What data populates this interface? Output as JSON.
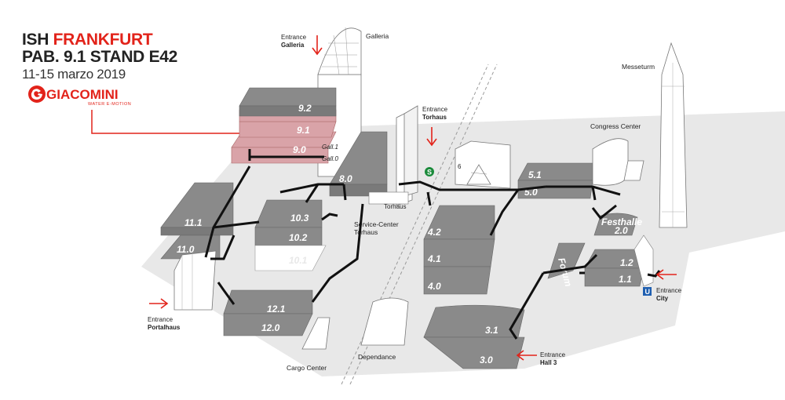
{
  "header": {
    "line1_a": "ISH ",
    "line1_b": "FRANKFURT",
    "line2": "PAB. 9.1 STAND E42",
    "line3": "11-15 marzo 2019"
  },
  "logo": {
    "brand": "GIACOMINI",
    "tagline": "WATER E-MOTION",
    "color": "#e2231a"
  },
  "colors": {
    "hall": "#8a8a8a",
    "hall_highlight": "#d9a3a8",
    "ground": "#e6e6e6",
    "path": "#111111",
    "arrow": "#e2231a"
  },
  "halls": [
    {
      "id": "9.2",
      "label": "9.2",
      "highlight": false
    },
    {
      "id": "9.1",
      "label": "9.1",
      "highlight": true
    },
    {
      "id": "9.0",
      "label": "9.0",
      "highlight": true
    },
    {
      "id": "8.0",
      "label": "8.0",
      "highlight": false
    },
    {
      "id": "11.1",
      "label": "11.1",
      "highlight": false
    },
    {
      "id": "11.0",
      "label": "11.0",
      "highlight": false
    },
    {
      "id": "10.3",
      "label": "10.3",
      "highlight": false
    },
    {
      "id": "10.2",
      "label": "10.2",
      "highlight": false
    },
    {
      "id": "10.1",
      "label": "10.1",
      "highlight": false
    },
    {
      "id": "12.1",
      "label": "12.1",
      "highlight": false
    },
    {
      "id": "12.0",
      "label": "12.0",
      "highlight": false
    },
    {
      "id": "4.2",
      "label": "4.2",
      "highlight": false
    },
    {
      "id": "4.1",
      "label": "4.1",
      "highlight": false
    },
    {
      "id": "4.0",
      "label": "4.0",
      "highlight": false
    },
    {
      "id": "3.1",
      "label": "3.1",
      "highlight": false
    },
    {
      "id": "3.0",
      "label": "3.0",
      "highlight": false
    },
    {
      "id": "5.1",
      "label": "5.1",
      "highlight": false
    },
    {
      "id": "5.0",
      "label": "5.0",
      "highlight": false
    },
    {
      "id": "1.2",
      "label": "1.2",
      "highlight": false
    },
    {
      "id": "1.1",
      "label": "1.1",
      "highlight": false
    }
  ],
  "labels": {
    "gall1": "Gall.1",
    "gall0": "Gall.0",
    "galleria": "Galleria",
    "torhaus_small": "Torhaus",
    "service_center_1": "Service-Center",
    "service_center_2": "Torhaus",
    "cargo_center": "Cargo Center",
    "dependance": "Dependance",
    "congress_center": "Congress Center",
    "messeturm": "Messeturm",
    "festhalle_1": "Festhalle",
    "festhalle_2": "2.0",
    "forum": "Forum",
    "hall6": "6",
    "s_bahn": "S",
    "u_bahn": "U"
  },
  "entrances": {
    "galleria_1": "Entrance",
    "galleria_2": "Galleria",
    "torhaus_1": "Entrance",
    "torhaus_2": "Torhaus",
    "portalhaus_1": "Entrance",
    "portalhaus_2": "Portalhaus",
    "hall3_1": "Entrance",
    "hall3_2": "Hall  3",
    "city_1": "Entrance",
    "city_2": "City"
  }
}
